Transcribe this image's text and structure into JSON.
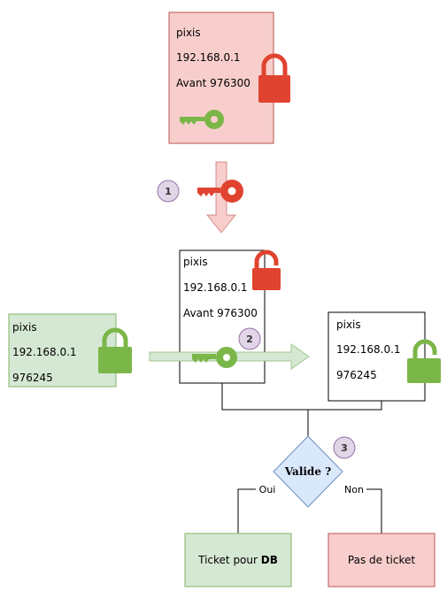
{
  "top_box": {
    "line1": "pixis",
    "line2": "192.168.0.1",
    "line3": "Avant 976300",
    "fill": "#f8cecc",
    "stroke": "#b85450"
  },
  "middle_box": {
    "line1": "pixis",
    "line2": "192.168.0.1",
    "line3": "Avant 976300"
  },
  "left_box": {
    "line1": "pixis",
    "line2": "192.168.0.1",
    "line3": "976245",
    "fill": "#d5e8d4",
    "stroke": "#82b366"
  },
  "right_box": {
    "line1": "pixis",
    "line2": "192.168.0.1",
    "line3": "976245"
  },
  "steps": [
    "1",
    "2",
    "3"
  ],
  "decision": {
    "label": "Valide ?",
    "yes_label": "Oui",
    "no_label": "Non",
    "fill": "#dae8fc",
    "stroke": "#6c8ebf"
  },
  "outcome_yes": {
    "prefix": "Ticket pour ",
    "bold": "DB",
    "fill": "#d5e8d4",
    "stroke": "#82b366"
  },
  "outcome_no": {
    "label": "Pas de ticket",
    "fill": "#f8cecc",
    "stroke": "#b85450"
  },
  "icons": {
    "red_lock": "lock-closed-icon",
    "red_lock_open": "lock-open-icon",
    "green_lock": "lock-closed-icon",
    "green_lock_open": "lock-open-icon",
    "red_key": "key-icon",
    "green_key": "key-icon"
  },
  "colors": {
    "red": "#e0432f",
    "green": "#7ab648",
    "step_circle_fill": "#e1d5e7",
    "step_circle_stroke": "#9673a6"
  }
}
